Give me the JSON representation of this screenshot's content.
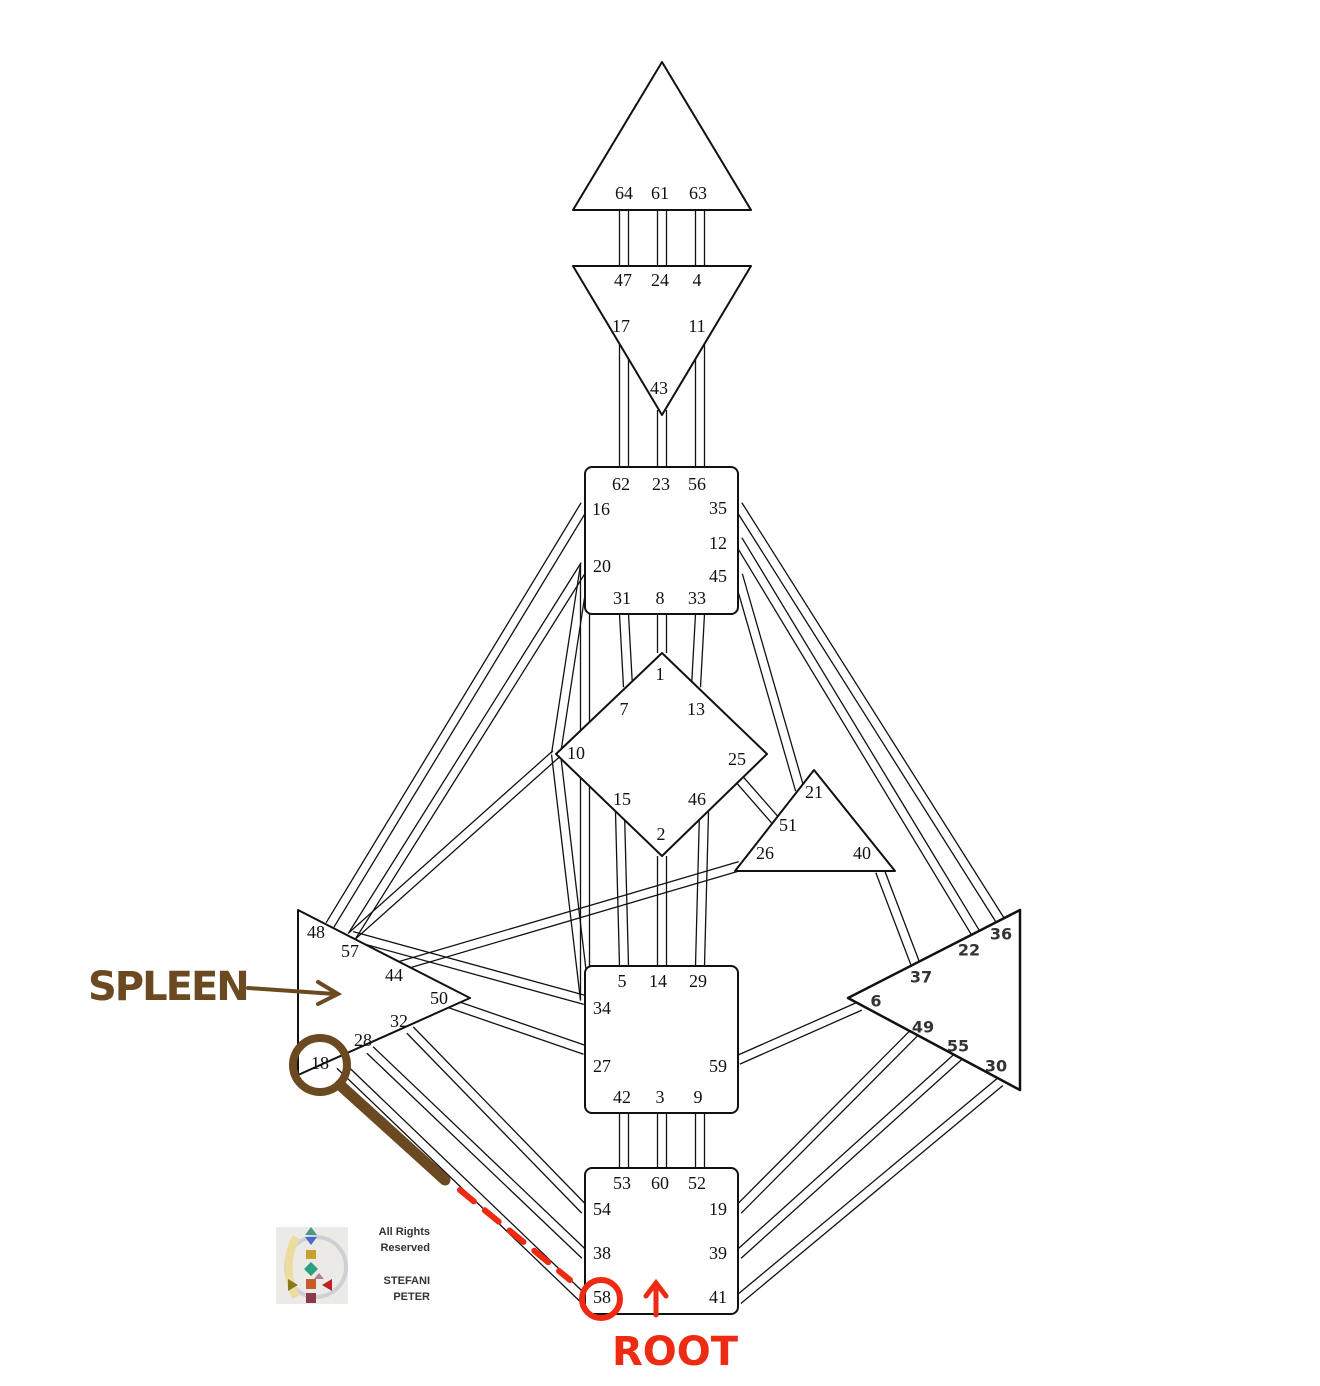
{
  "centers": {
    "head": {
      "gates": [
        "64",
        "61",
        "63"
      ]
    },
    "ajna": {
      "gates": [
        "47",
        "24",
        "4",
        "17",
        "11",
        "43"
      ]
    },
    "throat": {
      "gates": [
        "62",
        "23",
        "56",
        "16",
        "35",
        "12",
        "20",
        "45",
        "31",
        "8",
        "33"
      ]
    },
    "g": {
      "gates": [
        "1",
        "7",
        "13",
        "10",
        "25",
        "15",
        "46",
        "2"
      ]
    },
    "heart": {
      "gates": [
        "21",
        "51",
        "26",
        "40"
      ]
    },
    "spleen": {
      "gates": [
        "48",
        "57",
        "44",
        "50",
        "32",
        "28",
        "18"
      ]
    },
    "sacral": {
      "gates": [
        "5",
        "14",
        "29",
        "34",
        "27",
        "59",
        "42",
        "3",
        "9"
      ]
    },
    "solar_plexus": {
      "gates": [
        "36",
        "22",
        "37",
        "6",
        "49",
        "55",
        "30"
      ]
    },
    "root": {
      "gates": [
        "53",
        "60",
        "52",
        "54",
        "19",
        "38",
        "39",
        "58",
        "41"
      ]
    }
  },
  "annotations": {
    "spleen_label": "SPLEEN",
    "root_label": "ROOT",
    "spleen_color": "#6b4a22",
    "root_color": "#ee2a12"
  },
  "credit": {
    "line1": "All Rights",
    "line2": "Reserved",
    "line3": "STEFANI",
    "line4": "PETER"
  }
}
